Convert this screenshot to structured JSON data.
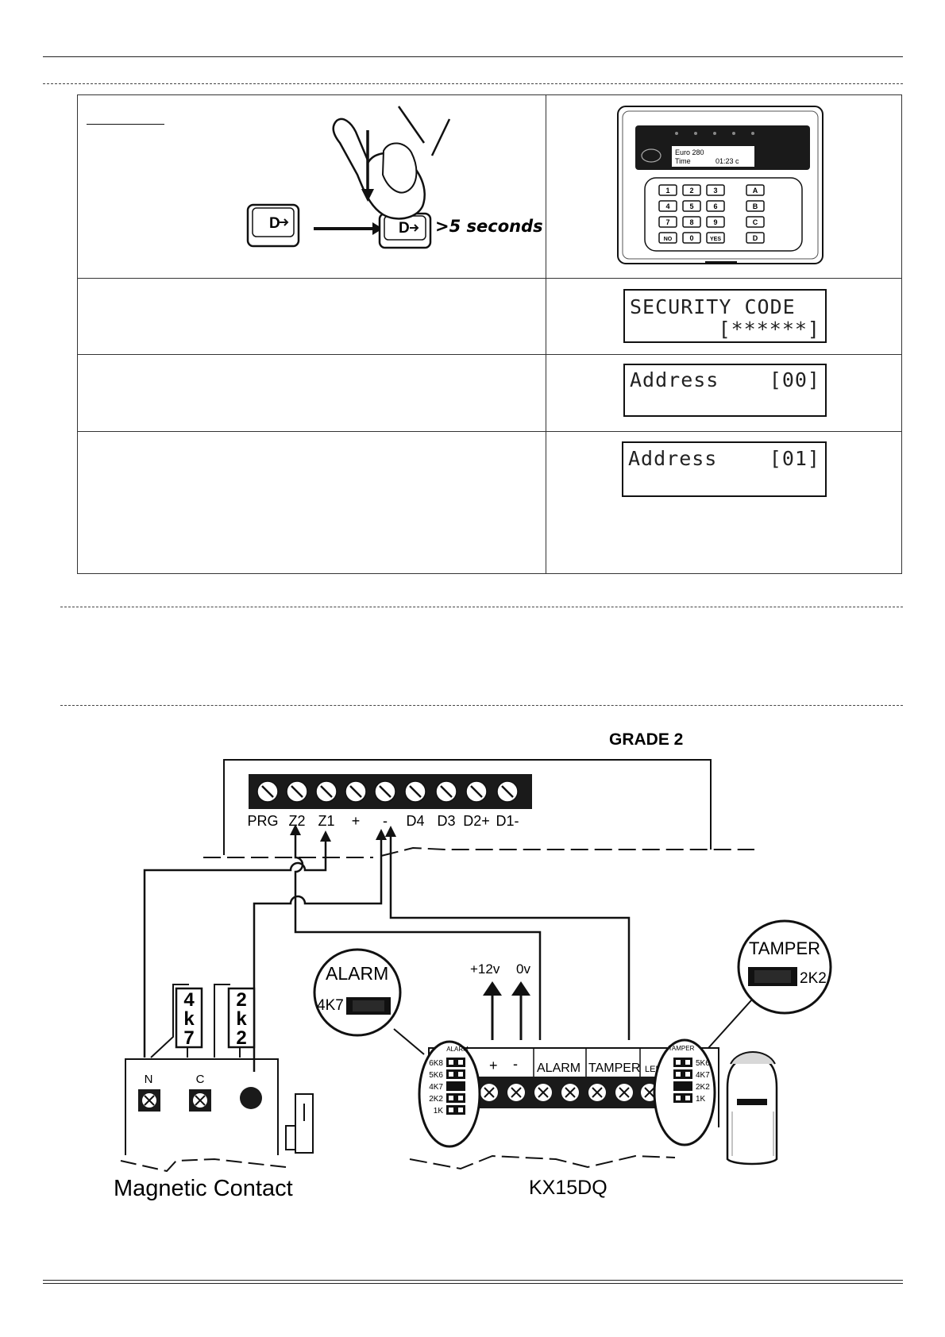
{
  "step1": {
    "key_label": "D",
    "duration_label": ">5 seconds"
  },
  "keypad": {
    "screen_line1": "Euro 280",
    "screen_line2_label": "Time",
    "screen_line2_value": "01:23 c",
    "keys": [
      "1",
      "2",
      "3",
      "A",
      "4",
      "5",
      "6",
      "B",
      "7",
      "8",
      "9",
      "C",
      "NO",
      "0",
      "YES",
      "D"
    ]
  },
  "lcd_security": {
    "line1": "SECURITY CODE",
    "line2": "[******]"
  },
  "lcd_address_00": {
    "label": "Address",
    "value": "[00]"
  },
  "lcd_address_01": {
    "label": "Address",
    "value": "[01]"
  },
  "wiring": {
    "grade": "GRADE 2",
    "terminals": [
      "PRG",
      "Z2",
      "Z1",
      "+",
      "-",
      "D4",
      "D3",
      "D2+",
      "D1-"
    ],
    "resistor_4k7": [
      "4",
      "k",
      "7"
    ],
    "resistor_2k2": [
      "2",
      "k",
      "2"
    ],
    "contact_terminals": [
      "N",
      "C"
    ],
    "contact_label": "Magnetic Contact",
    "power_plus": "+12v",
    "power_zero": "0v",
    "alarm_bubble_title": "ALARM",
    "alarm_bubble_value": "4K7",
    "tamper_bubble_title": "TAMPER",
    "tamper_bubble_value": "2K2",
    "detector_plus": "+",
    "detector_minus": "-",
    "detector_alarm": "ALARM",
    "detector_tamper": "TAMPER",
    "detector_led": "LED",
    "left_block_title": "ALARM",
    "left_block_values": [
      "6K8",
      "5K6",
      "4K7",
      "2K2",
      "1K"
    ],
    "right_block_title": "TAMPER",
    "right_block_values": [
      "5K6",
      "4K7",
      "2K2",
      "1K"
    ],
    "detector_label": "KX15DQ"
  }
}
